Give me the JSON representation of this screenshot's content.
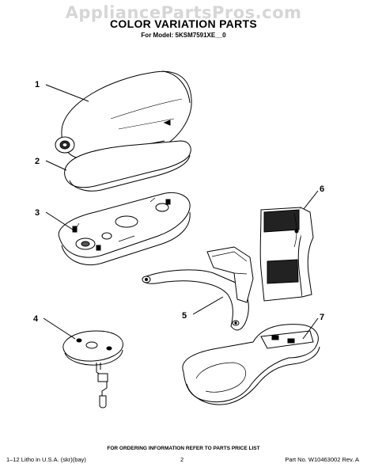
{
  "watermark": "AppliancePartsPros.com",
  "header": {
    "title": "COLOR VARIATION PARTS",
    "subtitle": "For Model: 5KSM7591XE__0"
  },
  "callouts": [
    "1",
    "2",
    "3",
    "4",
    "5",
    "6",
    "7"
  ],
  "footer": {
    "note": "FOR ORDERING INFORMATION REFER TO PARTS PRICE LIST",
    "left": "1–12 Litho in U.S.A. (skr)(bay)",
    "page_number": "2",
    "part_number": "Part No. W10463002 Rev. A"
  }
}
